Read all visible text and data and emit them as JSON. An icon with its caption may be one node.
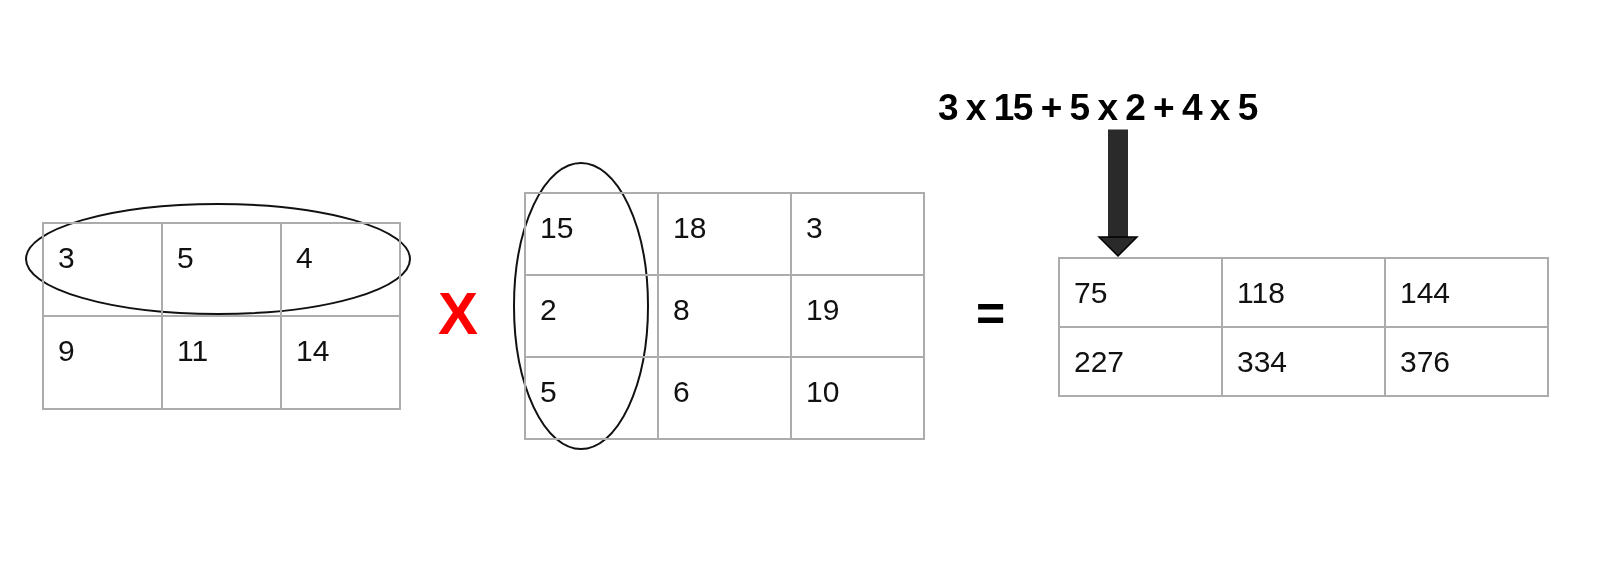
{
  "diagram": {
    "nodes": [
      {
        "text": [
          "3 x 15 + 5 x 2 + 4 x 5"
        ]
      },
      {
        "text": [
          "75"
        ]
      }
    ],
    "edges": [
      {
        "from": 0,
        "to": 1,
        "arrow": "to"
      }
    ],
    "labels": [
      "3",
      "5",
      "4",
      "9",
      "11",
      "14",
      "X",
      "15",
      "18",
      "3",
      "2",
      "8",
      "19",
      "5",
      "6",
      "10",
      "=",
      "118",
      "144",
      "227",
      "334",
      "376"
    ]
  }
}
